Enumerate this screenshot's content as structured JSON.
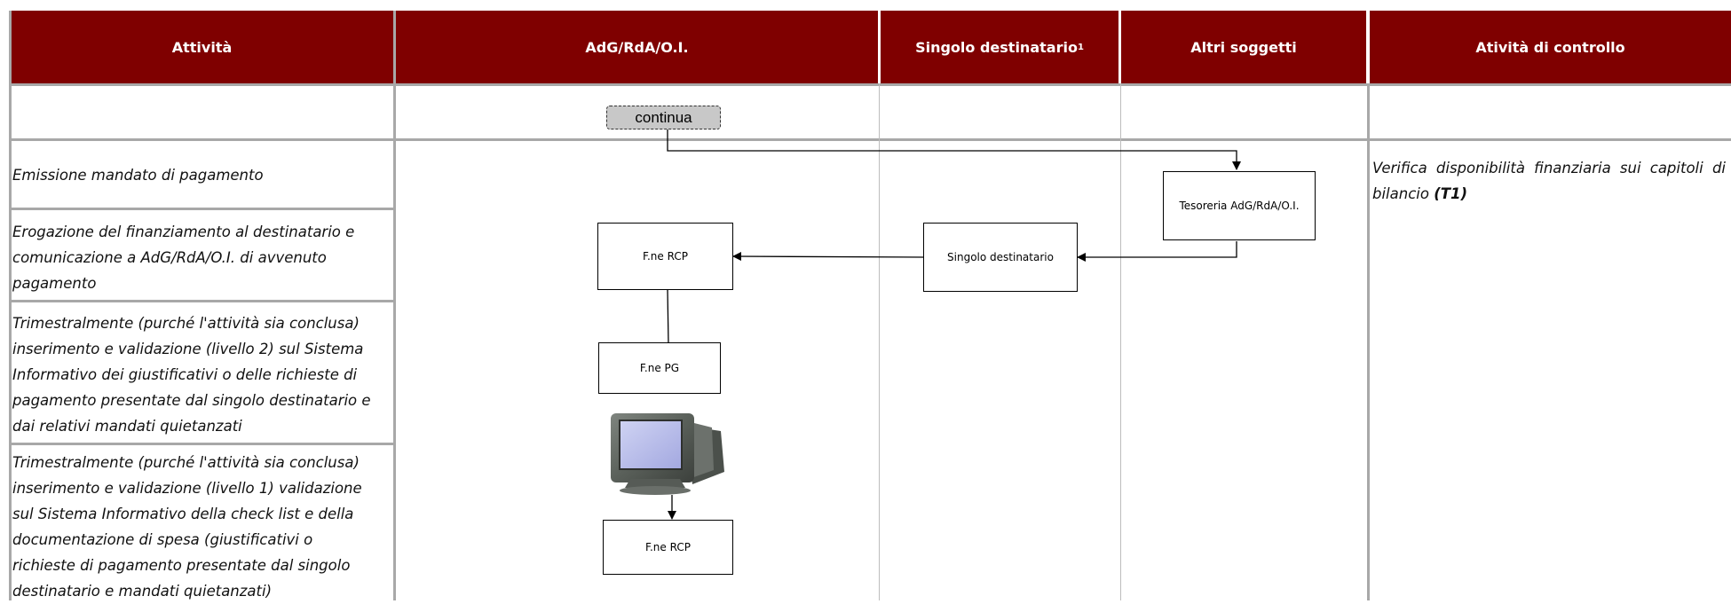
{
  "header": {
    "col1": "Attività",
    "col2": "AdG/RdA/O.I.",
    "col3": "Singolo destinatario",
    "col3_sup": "1",
    "col4": "Altri soggetti",
    "col5": "Atività di controllo"
  },
  "activities": [
    "Emissione mandato di pagamento",
    "Erogazione del finanziamento al destinatario e comunicazione a AdG/RdA/O.I. di avvenuto pagamento",
    "Trimestralmente (purché l'attività sia conclusa) inserimento e validazione (livello 2) sul Sistema Informativo dei giustificativi o delle richieste di pagamento presentate dal singolo destinatario e dai relativi mandati quietanzati",
    "Trimestralmente (purché l'attività sia conclusa) inserimento e validazione (livello 1) validazione sul Sistema Informativo della check list e della documentazione di spesa (giustificativi o richieste di pagamento presentate dal singolo destinatario e mandati quietanzati)"
  ],
  "control": {
    "text": "Verifica disponibilità finanziaria sui capitoli di bilancio",
    "code": "(T1)"
  },
  "flow": {
    "continua": "continua",
    "tesoreria": "Tesoreria AdG/RdA/O.I.",
    "singolo": "Singolo destinatario",
    "fne_rcp_1": "F.ne RCP",
    "fne_pg": "F.ne PG",
    "fne_rcp_2": "F.ne RCP"
  },
  "icons": {
    "computer": "computer-monitor-icon"
  }
}
